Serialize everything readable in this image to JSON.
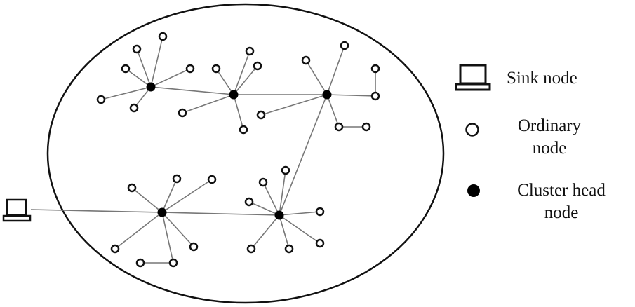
{
  "legend": {
    "sink_label": "Sink node",
    "ordinary_label": "Ordinary\nnode",
    "cluster_label": "Cluster head\nnode"
  },
  "colors": {
    "edge": "#777777",
    "outline": "#111111",
    "node_fill": "#ffffff",
    "head_fill": "#000000"
  }
}
